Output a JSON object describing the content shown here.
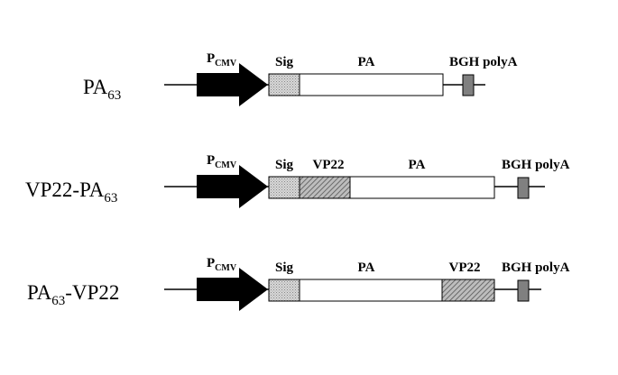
{
  "constructs": [
    {
      "name": {
        "main": "PA",
        "sub": "63",
        "suffix": ""
      },
      "promoter": {
        "main": "P",
        "sub": "CMV"
      },
      "segments": [
        {
          "label": "Sig",
          "fill": "stipple"
        },
        {
          "label": "PA",
          "fill": "white"
        }
      ],
      "polyA_label": "BGH polyA"
    },
    {
      "name": {
        "prefix": "VP22-",
        "main": "PA",
        "sub": "63",
        "suffix": ""
      },
      "promoter": {
        "main": "P",
        "sub": "CMV"
      },
      "segments": [
        {
          "label": "Sig",
          "fill": "stipple"
        },
        {
          "label": "VP22",
          "fill": "hatch"
        },
        {
          "label": "PA",
          "fill": "white"
        }
      ],
      "polyA_label": "BGH polyA"
    },
    {
      "name": {
        "main": "PA",
        "sub": "63",
        "suffix": "-VP22"
      },
      "promoter": {
        "main": "P",
        "sub": "CMV"
      },
      "segments": [
        {
          "label": "Sig",
          "fill": "stipple"
        },
        {
          "label": "PA",
          "fill": "white"
        },
        {
          "label": "VP22",
          "fill": "hatch"
        }
      ],
      "polyA_label": "BGH polyA"
    }
  ],
  "colors": {
    "promoter": "#000000",
    "stipple": "#c8c8c8",
    "hatch": "#8a8a8a",
    "polyA_box": "#808080",
    "line": "#000000"
  }
}
